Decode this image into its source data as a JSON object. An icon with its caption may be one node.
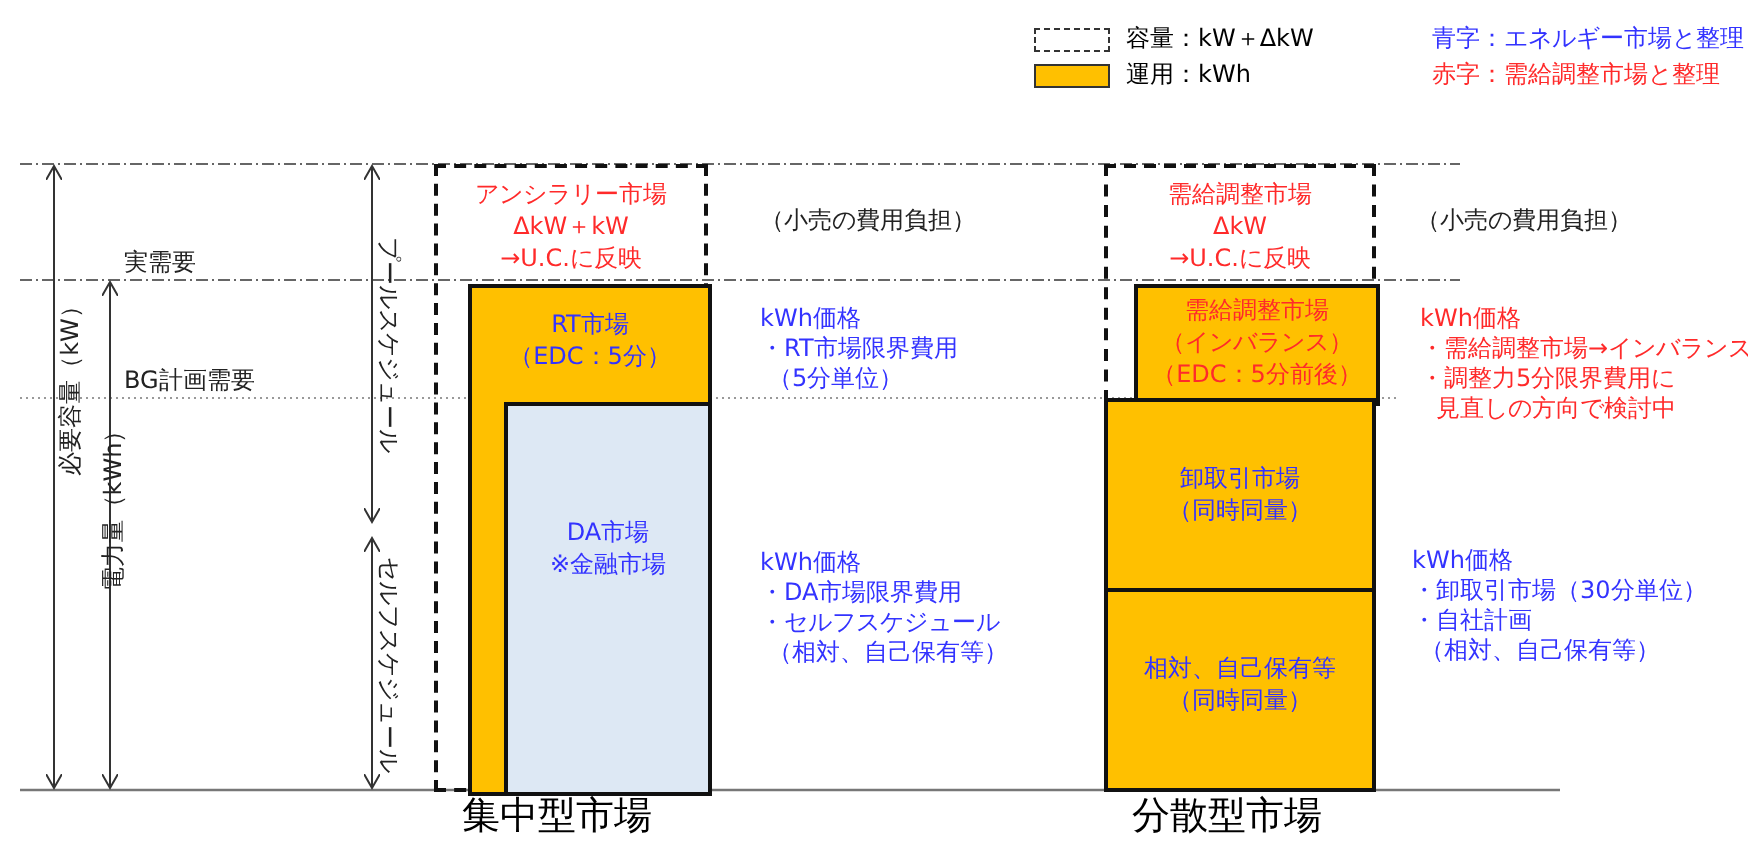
{
  "diagram": {
    "nodes": [
      {
        "text": [
          "アンシラリー市場",
          "ΔkW＋kW",
          "→U.C.に反映"
        ]
      },
      {
        "text": [
          "RT市場",
          "（EDC：5分）"
        ],
        "in": 0
      },
      {
        "text": [
          "DA市場",
          "※金融市場"
        ],
        "in": 1
      },
      {
        "text": [
          "需給調整市場",
          "ΔkW",
          "→U.C.に反映"
        ]
      },
      {
        "text": [
          "需給調整市場",
          "（インバランス）",
          "（EDC：5分前後）"
        ],
        "in": 3
      },
      {
        "text": [
          "卸取引市場",
          "（同時同量）"
        ]
      },
      {
        "text": [
          "相対、自己保有等",
          "（同時同量）"
        ]
      }
    ],
    "labels": [
      "青字：エネルギー市場と整理",
      "赤字：需給調整市場と整理",
      "（小売の費用負担）",
      "（小売の費用負担）",
      "実需要",
      "BG計画需要",
      "必要容量（kW）",
      "電力量（kWh）",
      "プールスケジュール",
      "セルフスケジュール",
      "kWh価格",
      "・RT市場限界費用",
      "（5分単位）",
      "kWh価格",
      "・需給調整市場→インバランス",
      "・調整力5分限界費用に",
      "見直しの方向で検討中",
      "kWh価格",
      "・DA市場限界費用",
      "・セルフスケジュール",
      "（相対、自己保有等）",
      "kWh価格",
      "・卸取引市場（30分単位）",
      "・自社計画",
      "（相対、自己保有等）",
      "集中型市場",
      "分散型市場"
    ],
    "legend": [
      {
        "text": "容量：kW＋ΔkW"
      },
      {
        "text": "運用：kWh",
        "color": "#ffc000"
      }
    ]
  }
}
